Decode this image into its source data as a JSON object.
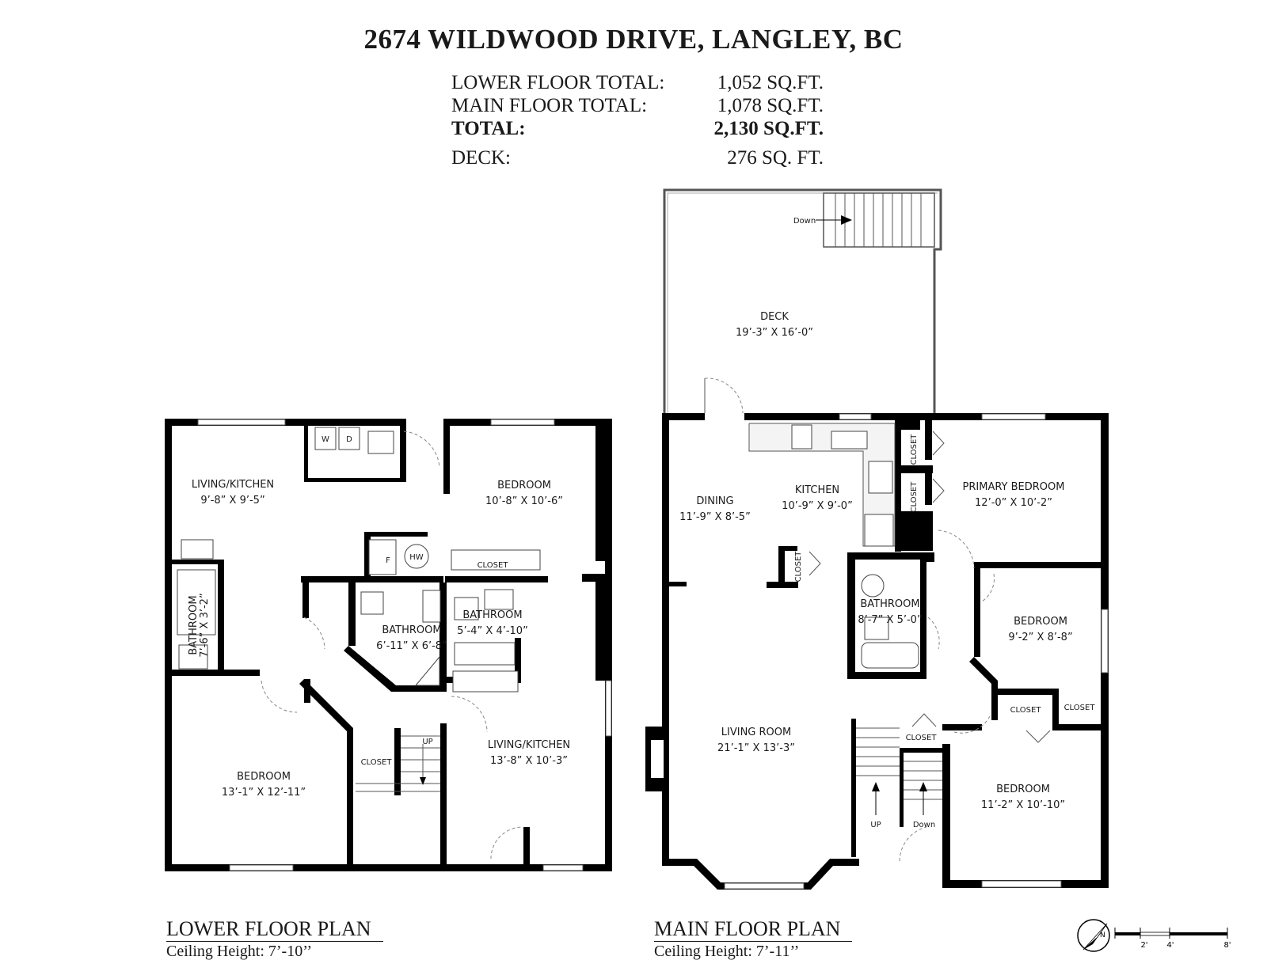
{
  "header": {
    "address": "2674 WILDWOOD DRIVE, LANGLEY, BC",
    "lower_total_label": "LOWER FLOOR TOTAL:",
    "lower_total_value": "1,052 SQ.FT.",
    "main_total_label": "MAIN FLOOR TOTAL:",
    "main_total_value": "1,078 SQ.FT.",
    "total_label": "TOTAL:",
    "total_value": "2,130 SQ.FT.",
    "deck_label": "DECK:",
    "deck_value": "276 SQ. FT."
  },
  "lower_floor": {
    "plan_title": "LOWER FLOOR PLAN",
    "ceiling": "Ceiling Height: 7’-10’’",
    "rooms": {
      "living_kitchen_1": {
        "name": "LIVING/KITCHEN",
        "dim": "9’-8” X 9’-5”"
      },
      "bedroom_1": {
        "name": "BEDROOM",
        "dim": "10’-8” X 10’-6”"
      },
      "bathroom_left": {
        "name": "BATHROOM",
        "dim": "7’-6” X 3’-2”"
      },
      "bathroom_center": {
        "name": "BATHROOM",
        "dim": "6’-11” X 6’-8”"
      },
      "bathroom_right": {
        "name": "BATHROOM",
        "dim": "5’-4” X 4’-10”"
      },
      "bedroom_2": {
        "name": "BEDROOM",
        "dim": "13’-1” X 12’-11”"
      },
      "living_kitchen_2": {
        "name": "LIVING/KITCHEN",
        "dim": "13’-8” X 10’-3”"
      },
      "closet_1": "CLOSET",
      "closet_2": "CLOSET",
      "washer": "W",
      "dryer": "D",
      "furnace": "F",
      "hot_water": "HW",
      "stairs_up": "UP"
    }
  },
  "main_floor": {
    "plan_title": "MAIN FLOOR PLAN",
    "ceiling": "Ceiling Height: 7’-11’’",
    "rooms": {
      "deck": {
        "name": "DECK",
        "dim": "19’-3” X 16’-0”"
      },
      "dining": {
        "name": "DINING",
        "dim": "11’-9” X 8’-5”"
      },
      "kitchen": {
        "name": "KITCHEN",
        "dim": "10’-9” X 9’-0”"
      },
      "primary_bedroom": {
        "name": "PRIMARY BEDROOM",
        "dim": "12’-0” X 10’-2”"
      },
      "bathroom": {
        "name": "BATHROOM",
        "dim": "8’-7” X 5’-0”"
      },
      "bedroom_1": {
        "name": "BEDROOM",
        "dim": "9’-2” X 8’-8”"
      },
      "living_room": {
        "name": "LIVING ROOM",
        "dim": "21’-1” X 13’-3”"
      },
      "bedroom_2": {
        "name": "BEDROOM",
        "dim": "11’-2” X 10’-10”"
      },
      "closet_a": "CLOSET",
      "closet_b": "CLOSET",
      "closet_c": "CLOSET",
      "closet_d": "CLOSET",
      "closet_e": "CLOSET",
      "closet_f": "CLOSET",
      "stairs_up": "UP",
      "stairs_down": "Down",
      "deck_stairs_down": "Down"
    }
  },
  "scale": {
    "marks": [
      "2'",
      "4'",
      "8'"
    ],
    "north": "N"
  }
}
